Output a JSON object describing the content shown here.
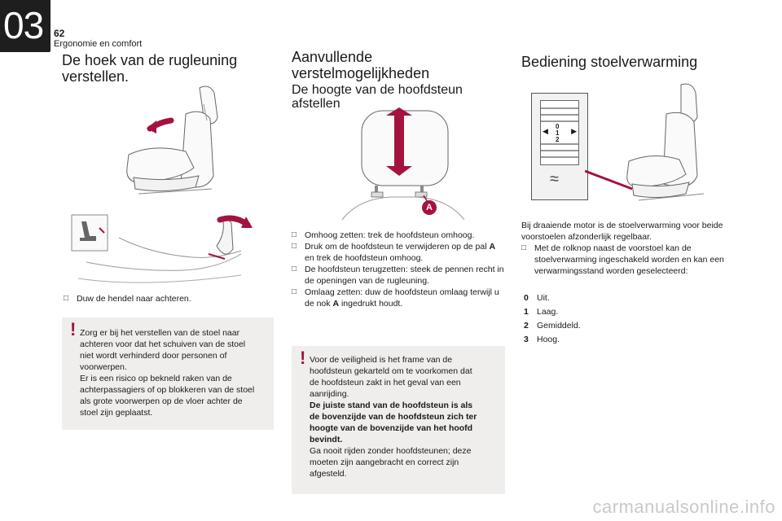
{
  "header": {
    "chapter": "03",
    "page_number": "62",
    "chapter_title": "Ergonomie en comfort"
  },
  "col1": {
    "heading": "De hoek van de rugleuning verstellen.",
    "bullet": "Duw de hendel naar achteren.",
    "warning_lines": [
      "Zorg er bij het verstellen van de stoel naar",
      "achteren voor dat het schuiven van de stoel",
      "niet wordt verhinderd door personen of",
      "voorwerpen.",
      "Er is een risico op bekneld raken van de",
      "achterpassagiers of op blokkeren van de stoel",
      "als grote voorwerpen op de vloer achter de",
      "stoel zijn geplaatst."
    ]
  },
  "col2": {
    "heading_main": "Aanvullende verstelmogelijkheden",
    "heading_sub": "De hoogte van de hoofdsteun afstellen",
    "callout_label": "A",
    "bullets": [
      {
        "text": "Omhoog zetten: trek de hoofdsteun omhoog."
      },
      {
        "text_before": "Druk om de hoofdsteun te verwijderen op de pal",
        "bold": "A",
        "text_after": " en trek de hoofdsteun omhoog."
      },
      {
        "text": "De hoofdsteun terugzetten: steek de pennen recht in de openingen van de rugleuning."
      },
      {
        "text_before": "Omlaag zetten: duw de hoofdsteun omlaag terwijl u de nok",
        "bold": "A",
        "text_after": " ingedrukt houdt."
      }
    ],
    "warning_lines": [
      "Voor de veiligheid is het frame van de",
      "hoofdsteun gekarteld om te voorkomen dat",
      "de hoofdsteun zakt in het geval van een",
      "aanrijding."
    ],
    "warning_bold_lines": [
      "De juiste stand van de hoofdsteun is als",
      "de bovenzijde van de hoofdsteun zich ter",
      "hoogte van de bovenzijde van het hoofd",
      "bevindt."
    ],
    "warning_tail_lines": [
      "Ga nooit rijden zonder hoofdsteunen; deze",
      "moeten zijn aangebracht en correct zijn",
      "afgesteld."
    ]
  },
  "col3": {
    "heading": "Bediening stoelverwarming",
    "dial_numbers": [
      "0",
      "1",
      "2"
    ],
    "intro": "Bij draaiende motor is de stoelverwarming voor beide voorstoelen afzonderlijk regelbaar.",
    "bullet": "Met de rolknop naast de voorstoel kan de stoelverwarming ingeschakeld worden en kan een verwarmingsstand worden geselecteerd:",
    "levels": [
      {
        "num": "0",
        "label": "Uit."
      },
      {
        "num": "1",
        "label": "Laag."
      },
      {
        "num": "2",
        "label": "Gemiddeld."
      },
      {
        "num": "3",
        "label": "Hoog."
      }
    ]
  },
  "footer": {
    "watermark": "carmanualsonline.info"
  },
  "colors": {
    "accent": "#a3133e",
    "box_bg": "#efeeec",
    "tab_bg": "#1e1e1e"
  }
}
